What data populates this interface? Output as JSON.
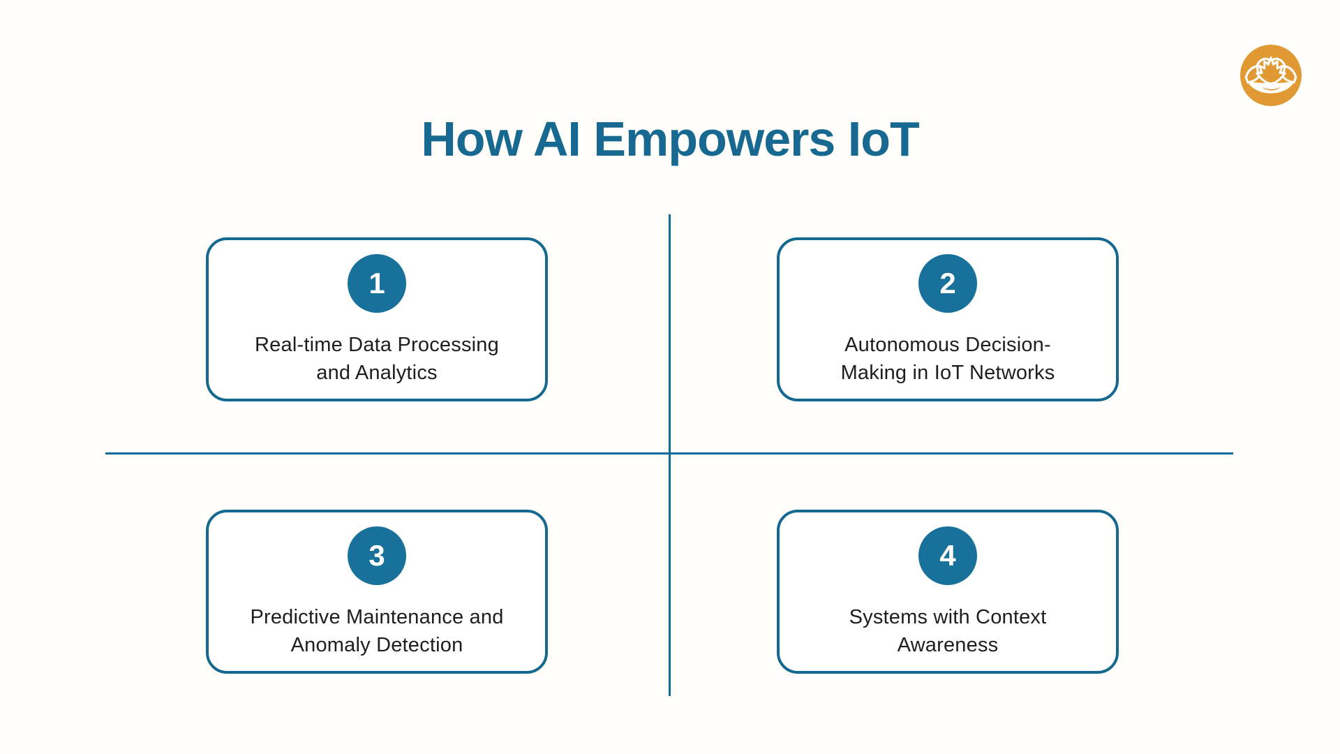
{
  "page": {
    "title": "How AI Empowers IoT"
  },
  "logo": {
    "icon": "lotus-icon",
    "circle_color": "#e19a33",
    "glyph_color": "#ffffff"
  },
  "colors": {
    "title_teal": "#176992",
    "card_border_teal": "#15688f",
    "number_circle_teal": "#17719a",
    "divider_line_blue": "#0e6b99",
    "body_text": "#1e1e1e",
    "background": "#fffefb"
  },
  "cards": [
    {
      "number": "1",
      "lines": [
        "Real-time Data Processing",
        "and Analytics"
      ]
    },
    {
      "number": "2",
      "lines": [
        "Autonomous Decision-",
        "Making in IoT Networks"
      ]
    },
    {
      "number": "3",
      "lines": [
        "Predictive Maintenance and",
        "Anomaly Detection"
      ]
    },
    {
      "number": "4",
      "lines": [
        "Systems with Context",
        "Awareness"
      ]
    }
  ]
}
